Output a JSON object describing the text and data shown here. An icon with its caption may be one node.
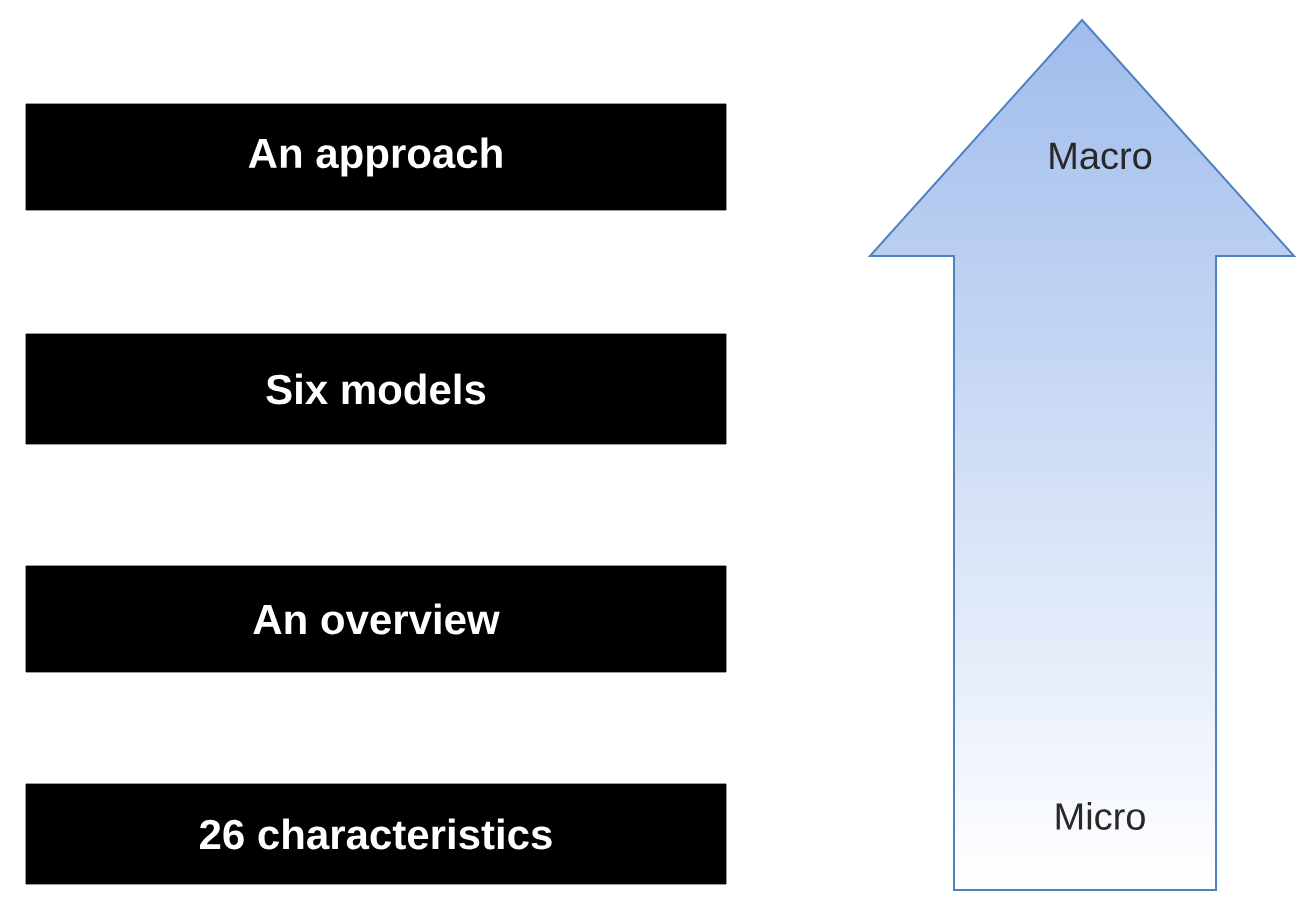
{
  "diagram": {
    "nodes": [
      {
        "text": [
          "An  approach"
        ]
      },
      {
        "text": [
          "Six models"
        ]
      },
      {
        "text": [
          "An overview"
        ]
      },
      {
        "text": [
          "26 characteristics"
        ]
      },
      {
        "text": [
          "Macro",
          "Micro"
        ]
      }
    ]
  }
}
